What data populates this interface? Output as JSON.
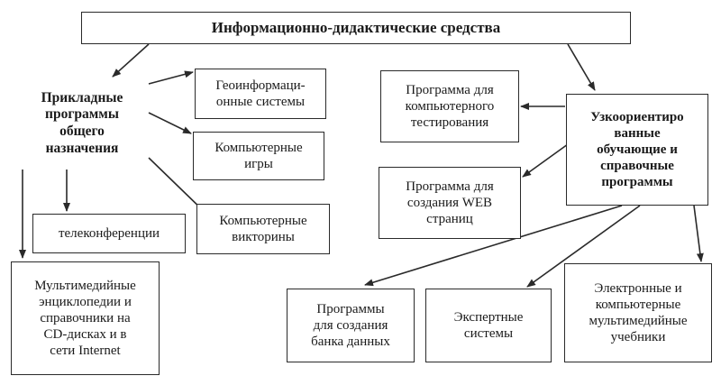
{
  "diagram": {
    "title": "Информационно-дидактические средства",
    "applied": "Прикладные\nпрограммы\nобщего\nназначения",
    "gis": "Геоинформаци-\nонные системы",
    "games": "Компьютерные\nигры",
    "quizzes": "Компьютерные\nвикторины",
    "teleconf": "телеконференции",
    "multimedia_enc": "Мультимедийные\nэнциклопедии и\nсправочники на\nCD-дисках и в\nсети Internet",
    "testing": "Программа для\nкомпьютерного\nтестирования",
    "narrow": "Узкоориентиро\nванные\nобучающие и\nсправочные\nпрограммы",
    "web": "Программа для\nсоздания WEB\nстраниц",
    "database": "Программы\nдля создания\nбанка данных",
    "expert": "Экспертные\nсистемы",
    "textbooks": "Электронные и\nкомпьютерные\nмультимедийные\nучебники"
  }
}
